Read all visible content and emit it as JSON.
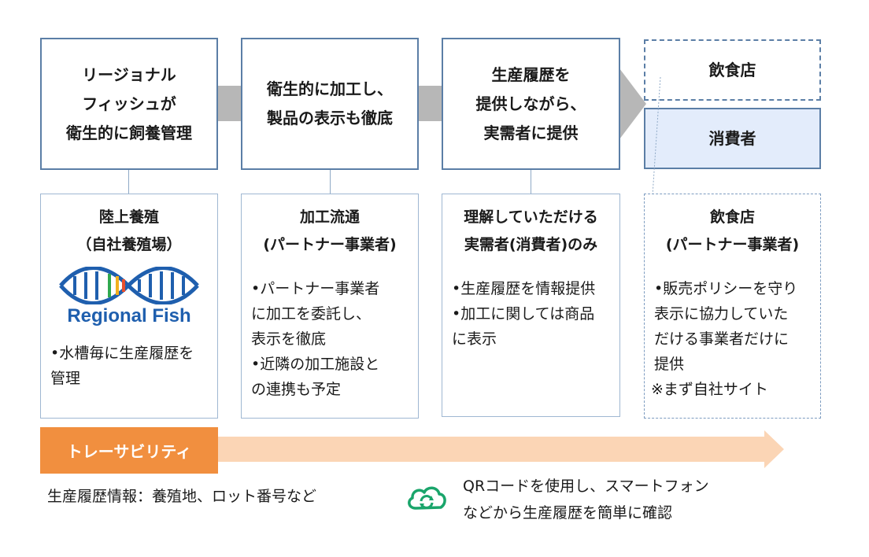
{
  "flow_boxes": [
    {
      "lines": [
        "リージョナル",
        "フィッシュが",
        "衛生的に飼養管理"
      ]
    },
    {
      "lines": [
        "衛生的に加工し、",
        "製品の表示も徹底"
      ]
    },
    {
      "lines": [
        "生産履歴を",
        "提供しながら、",
        "実需者に提供"
      ]
    },
    {
      "lines": [
        "飲食店"
      ]
    },
    {
      "lines": [
        "消費者"
      ]
    }
  ],
  "cards": [
    {
      "title_lines": [
        "陸上養殖",
        "（自社養殖場）"
      ],
      "bullets": [
        "•水槽毎に生産履歴を",
        "管理"
      ],
      "logo": {
        "name": "regional-fish-logo",
        "text": "Regional Fish"
      }
    },
    {
      "title_lines": [
        "加工流通",
        "(パートナー事業者)"
      ],
      "bullets": [
        "•パートナー事業者",
        "に加工を委託し、",
        "表示を徹底",
        "•近隣の加工施設と",
        "の連携も予定"
      ]
    },
    {
      "title_lines": [
        "理解していただける",
        "実需者(消費者)のみ"
      ],
      "bullets": [
        "•生産履歴を情報提供",
        "•加工に関しては商品",
        "に表示"
      ]
    },
    {
      "title_lines": [
        "飲食店",
        "(パートナー事業者)"
      ],
      "bullets": [
        "•販売ポリシーを守り",
        "表示に協力していた",
        "だける事業者だけに",
        "提供"
      ],
      "note": "※まず自社サイト"
    }
  ],
  "traceability": {
    "label": "トレーサビリティ"
  },
  "footer": {
    "info": "生産履歴情報：養殖地、ロット番号など",
    "qr_lines": [
      "QRコードを使用し、スマートフォン",
      "などから生産履歴を簡単に確認"
    ],
    "qr_icon": "cloud-sync-icon"
  },
  "colors": {
    "box_border": "#5b7ea6",
    "consumer_fill": "#e3ecfb",
    "pipe": "#b7b7b7",
    "trace_label": "#f18f3f",
    "trace_arrow": "#fbd5b5",
    "cloud_icon": "#1aa56b",
    "logo_blue": "#1f5fae"
  }
}
